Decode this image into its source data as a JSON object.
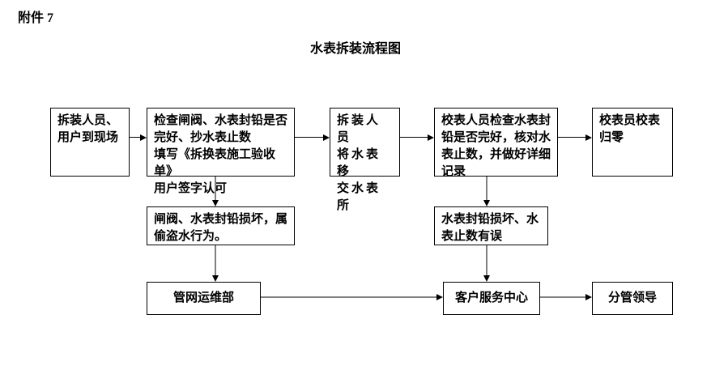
{
  "page": {
    "attachment_label": "附件 7",
    "title": "水表拆装流程图"
  },
  "colors": {
    "box_border": "#000000",
    "connector_gray": "#808080",
    "connector_black": "#000000"
  },
  "flowchart": {
    "nodes": {
      "arrive": "拆装人员、\n用户到现场",
      "check": "检查闸阀、水表封铅是否\n完好、抄水表止数\n填写《拆换表施工验收单》\n用户签字认可",
      "transfer": "拆装人员\n将水表移\n交水表所",
      "verify": "校表人员检查水表封\n铅是否完好，核对水\n表止数，并做好详细\n记录",
      "reset": "校表员校表\n归零",
      "damage_theft": "闸阀、水表封铅损坏，属\n偷盗水行为。",
      "damage_error": "水表封铅损坏、水\n表止数有误",
      "pipeline_dept": "管网运维部",
      "service_center": "客户服务中心",
      "leader": "分管领导"
    }
  }
}
